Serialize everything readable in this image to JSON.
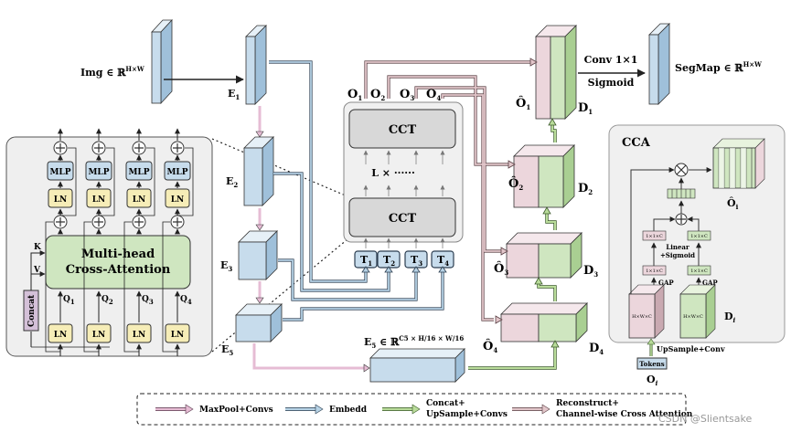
{
  "diagram": {
    "input_label": "Img ∈ ℝ",
    "input_sup": "H×W",
    "output_label": "SegMap ∈ ℝ",
    "output_sup": "H×W",
    "conv_label": "Conv 1×1",
    "sigmoid_label": "Sigmoid",
    "encoder": {
      "e1": "E",
      "e1_sub": "1",
      "e2": "E",
      "e2_sub": "2",
      "e3": "E",
      "e3_sub": "3",
      "e5": "E",
      "e5_sub": "5"
    },
    "e5_formula": {
      "base": "E",
      "sub": "5",
      "text": " ∈ ℝ",
      "sup": "C5 × H/16 × W/16"
    },
    "cct": {
      "top": "CCT",
      "bottom": "CCT",
      "repeat": "L ×  ······"
    },
    "outputs_top": [
      {
        "base": "O",
        "sub": "1"
      },
      {
        "base": "O",
        "sub": "2"
      },
      {
        "base": "O",
        "sub": "3"
      },
      {
        "base": "O",
        "sub": "4"
      }
    ],
    "tokens": [
      {
        "base": "T",
        "sub": "1"
      },
      {
        "base": "T",
        "sub": "2"
      },
      {
        "base": "T",
        "sub": "3"
      },
      {
        "base": "T",
        "sub": "4"
      }
    ],
    "decoder": [
      {
        "o": "Ô",
        "o_sub": "1",
        "d": "D",
        "d_sub": "1"
      },
      {
        "o": "Ô",
        "o_sub": "2",
        "d": "D",
        "d_sub": "2"
      },
      {
        "o": "Ô",
        "o_sub": "3",
        "d": "D",
        "d_sub": "3"
      },
      {
        "o": "Ô",
        "o_sub": "4",
        "d": "D",
        "d_sub": "4"
      }
    ]
  },
  "attention_block": {
    "title_line1": "Multi-head",
    "title_line2": "Cross-Attention",
    "concat": "Concat",
    "k": "K",
    "v": "V",
    "queries": [
      "Q",
      "Q",
      "Q",
      "Q"
    ],
    "query_subs": [
      "1",
      "2",
      "3",
      "4"
    ],
    "mlp": "MLP",
    "ln": "LN",
    "plus": "+"
  },
  "cca": {
    "title": "CCA",
    "out_label": "Ô",
    "out_sub": "i",
    "linear_sigmoid_1": "Linear",
    "linear_sigmoid_2": "+Sigmoid",
    "vec_label": "1×1×C",
    "gap": "GAP",
    "hwc": "H×W×C",
    "d_label": "D",
    "d_sub": "i",
    "upsample": "UpSample+Conv",
    "tokens_box": "Tokens",
    "o_label": "O",
    "o_sub": "i"
  },
  "legend": {
    "items": [
      "MaxPool+Convs",
      "Embedd",
      "Concat+",
      "UpSample+Convs",
      "Reconstruct+",
      "Channel-wise Cross Attention"
    ]
  },
  "watermark": "CSDN @Slientsake",
  "colors": {
    "encoder_blue": "#c7dcec",
    "pink": "#ecd6dc",
    "green": "#cfe6c0",
    "yellow": "#f6edb7",
    "block_gray": "#d8d8d8",
    "panel_gray": "#f0f0f0",
    "maxpool_arrow": "#e6bcd4",
    "embed_arrow": "#b7d3e6",
    "concat_arrow": "#b9dc9a",
    "reconstruct_arrow": "#dcb8bc"
  }
}
